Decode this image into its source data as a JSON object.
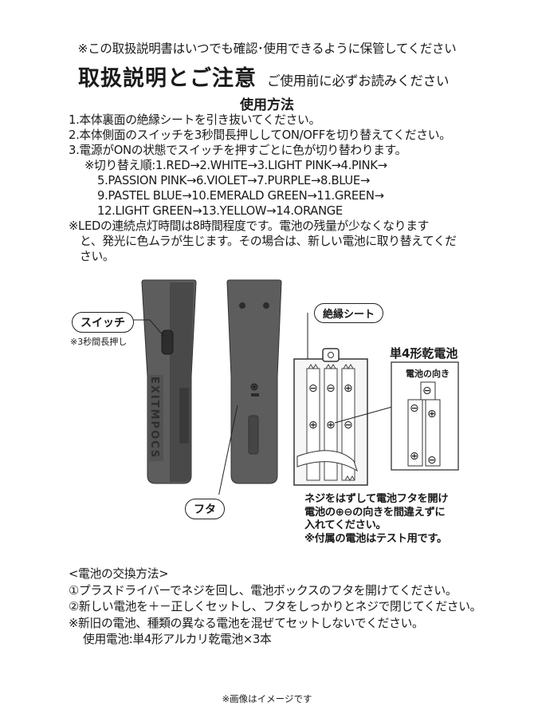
{
  "notice": "※この取扱説明書はいつでも確認･使用できるように保管してください",
  "title": "取扱説明とご注意",
  "subtitle": "ご使用前に必ずお読みください",
  "section_title": "使用方法",
  "steps": [
    "1.本体裏面の絶縁シートを引き抜いてください。",
    "2.本体側面のスイッチを3秒間長押ししてON/OFFを切り替えてください。",
    "3.電源がONの状態でスイッチを押すごとに色が切り替わります。"
  ],
  "color_order": [
    "※切り替え順:1.RED→2.WHITE→3.LIGHT PINK→4.PINK→",
    "5.PASSION PINK→6.VIOLET→7.PURPLE→8.BLUE→",
    "9.PASTEL BLUE→10.EMERALD GREEN→11.GREEN→",
    "12.LIGHT GREEN→13.YELLOW→14.ORANGE"
  ],
  "led_note": [
    "※LEDの連続点灯時間は8時間程度です。電池の残量が少なくなります",
    "と、発光に色ムラが生じます。その場合は、新しい電池に取り替えてくだ",
    "さい。"
  ],
  "diagram": {
    "switch_label": "スイッチ",
    "switch_note": "※3秒間長押し",
    "lid_label": "フタ",
    "insulation_label": "絶縁シート",
    "battery_title": "単4形乾電池",
    "battery_direction": "電池の向き",
    "plus": "⊕",
    "minus": "⊖",
    "instruction": [
      "ネジをはずして電池フタを開け",
      "電池の⊕⊖の向きを間違えずに",
      "入れてください。",
      "※付属の電池はテスト用です。"
    ]
  },
  "replace": {
    "title": "<電池の交換方法>",
    "lines": [
      "①プラスドライバーでネジを回し、電池ボックスのフタを開けてください。",
      "②新しい電池を＋－正しくセットし、フタをしっかりとネジで閉じてください。",
      "※新旧の電池、種類の異なる電池を混ぜてセットしないでください。"
    ],
    "battery_spec": "使用電池:単4形アルカリ乾電池×3本"
  },
  "footer": "※画像はイメージです",
  "colors": {
    "body": "#5d5d5d",
    "body_dark": "#3e3e3e",
    "text": "#1a1a1a"
  }
}
